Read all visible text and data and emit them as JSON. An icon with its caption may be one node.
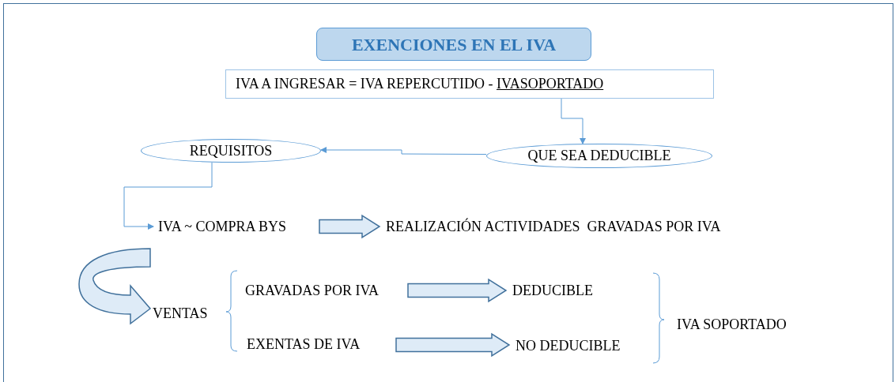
{
  "diagram": {
    "nodes": [
      {
        "text": [
          "EXENCIONES EN EL IVA"
        ]
      },
      {
        "text": [
          "IVA A INGRESAR = IVA REPERCUTIDO - ",
          "IVASOPORTADO"
        ]
      },
      {
        "text": [
          "REQUISITOS"
        ]
      },
      {
        "text": [
          "QUE SEA DEDUCIBLE"
        ]
      },
      {
        "text": [
          "IVA ~ COMPRA BYS"
        ]
      },
      {
        "text": [
          "REALIZACIÓN ACTIVIDADES  GRAVADAS POR IVA"
        ]
      },
      {
        "text": [
          "VENTAS"
        ]
      },
      {
        "text": [
          "GRAVADAS POR IVA"
        ]
      },
      {
        "text": [
          "DEDUCIBLE"
        ]
      },
      {
        "text": [
          "EXENTAS DE IVA"
        ]
      },
      {
        "text": [
          "NO DEDUCIBLE"
        ]
      },
      {
        "text": [
          "IVA SOPORTADO"
        ]
      }
    ],
    "edges": [
      {
        "from": 1,
        "to": 3,
        "arrow": "to"
      },
      {
        "from": 3,
        "to": 2,
        "arrow": "to"
      },
      {
        "from": 2,
        "to": 4,
        "arrow": "to"
      },
      {
        "from": 4,
        "to": 5,
        "arrow": "to",
        "style": "thick"
      },
      {
        "from": null,
        "to": 6,
        "arrow": "to",
        "style": "thick"
      },
      {
        "from": 7,
        "to": 8,
        "arrow": "to",
        "style": "thick"
      },
      {
        "from": 9,
        "to": 10,
        "arrow": "to",
        "style": "thick"
      }
    ]
  }
}
